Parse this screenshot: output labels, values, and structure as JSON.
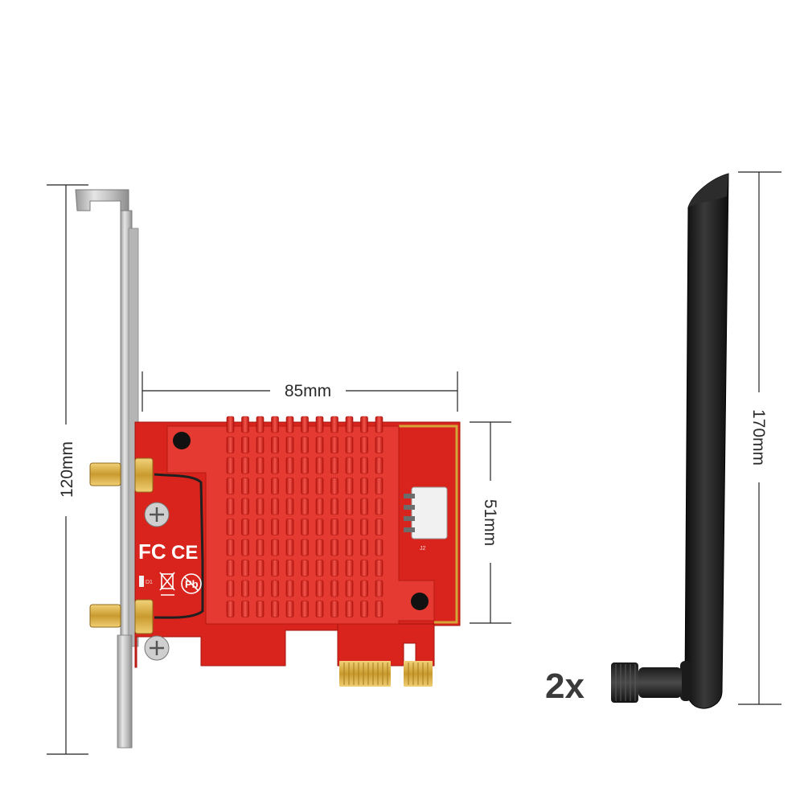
{
  "dimensions": {
    "bracket_height": "120mm",
    "card_width": "85mm",
    "card_height": "51mm",
    "antenna_length": "170mm"
  },
  "quantity": {
    "antenna_count": "2x"
  },
  "silkscreen": {
    "fcc_mark": "FC",
    "ce_mark": "CE",
    "pb_mark": "Pb",
    "connector_label": "J2",
    "led_label": "D1"
  },
  "colors": {
    "pcb": "#d8241c",
    "heatsink": "#e53a32",
    "gold": "#d4a53a",
    "antenna": "#1a1a1a",
    "bracket": "#cfcfcf",
    "dimension_line": "#222222"
  }
}
